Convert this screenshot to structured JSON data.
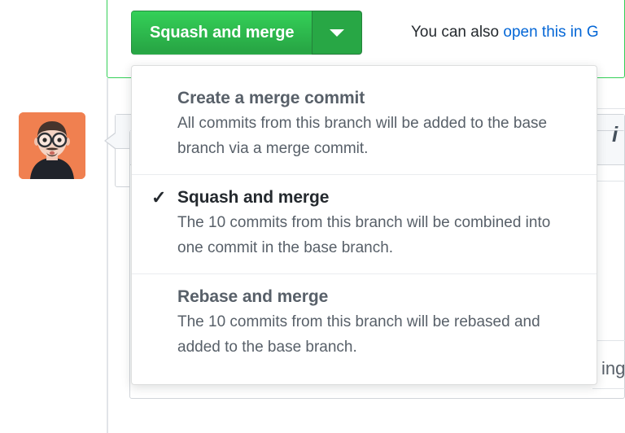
{
  "merge_box": {
    "primary_button_label": "Squash and merge",
    "caret_icon": "chevron-down-icon",
    "helper_prefix": "You can also ",
    "helper_link": "open this in G",
    "accent_green": "#2cbe4e",
    "button_gradient_top": "#34d058",
    "button_gradient_bottom": "#28a745",
    "caret_button_color": "#28a745",
    "link_color": "#0366d6"
  },
  "dropdown": {
    "checked_index": 1,
    "check_glyph": "✓",
    "items": [
      {
        "title": "Create a merge commit",
        "description": "All commits from this branch will be added to the base branch via a merge commit.",
        "selected": false
      },
      {
        "title": "Squash and merge",
        "description": "The 10 commits from this branch will be combined into one commit in the base branch.",
        "selected": true
      },
      {
        "title": "Rebase and merge",
        "description": "The 10 commits from this branch will be rebased and added to the base branch.",
        "selected": false
      }
    ]
  },
  "background": {
    "avatar_bg": "#f08050",
    "partial_glyph_right": "i",
    "partial_text_right_bottom": "ing",
    "border_color": "#d1d5da",
    "separator_color": "#eaecef"
  }
}
